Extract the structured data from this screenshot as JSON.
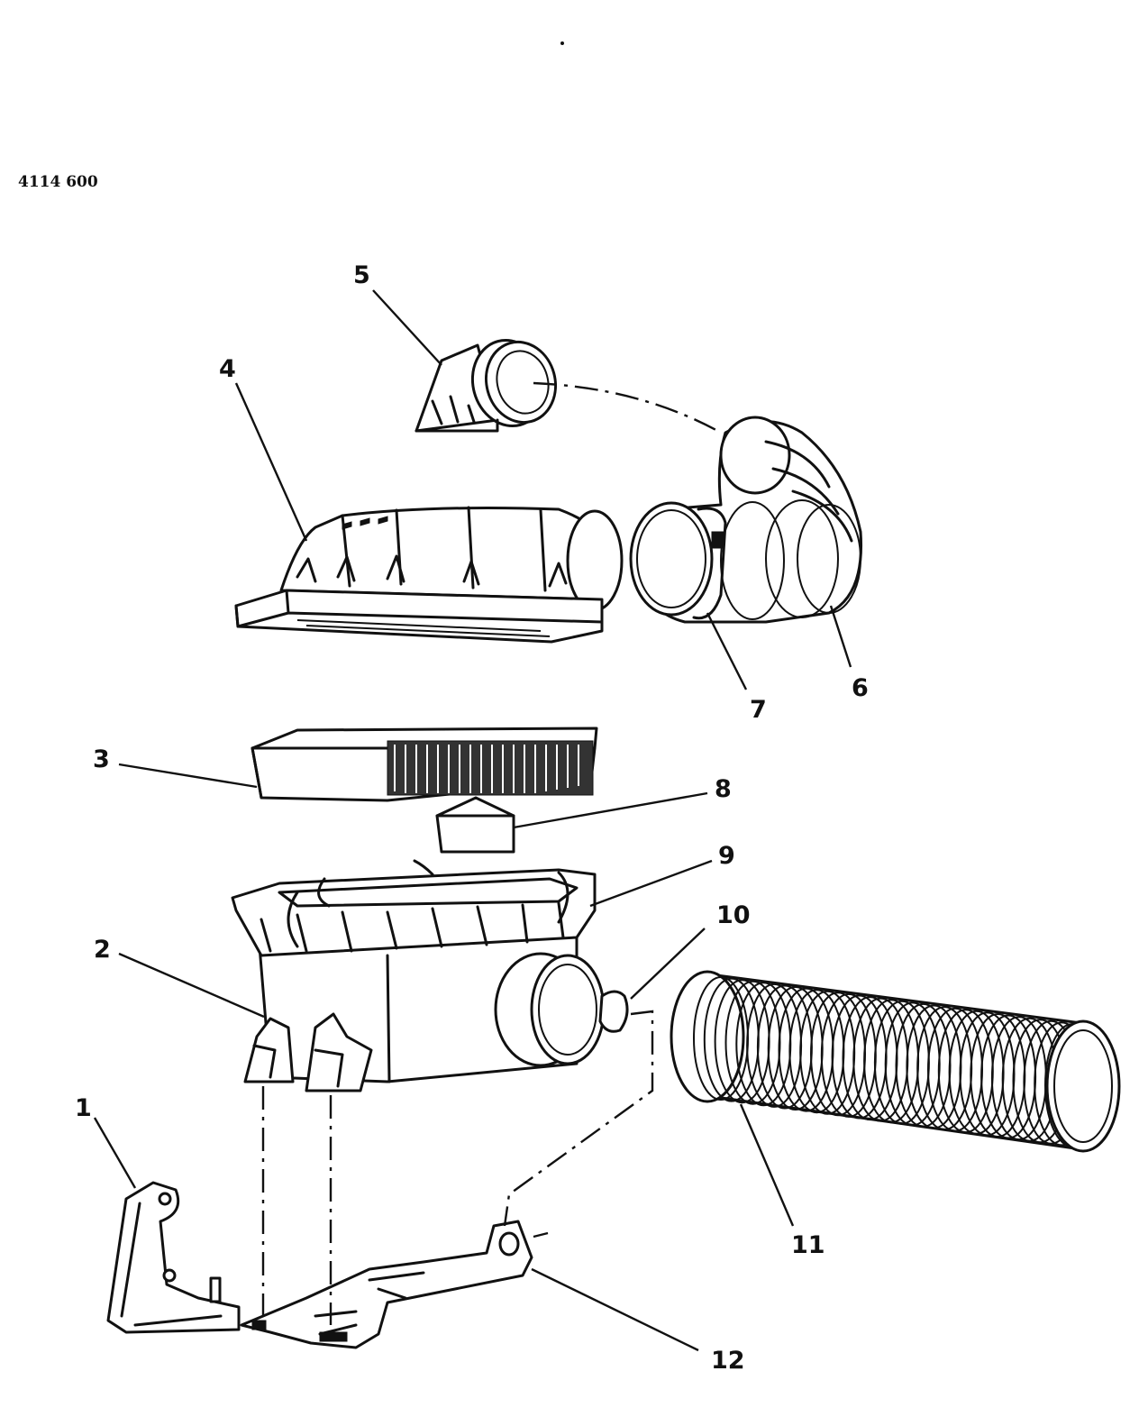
{
  "figure_id": "4114 600",
  "callouts": [
    {
      "id": "callout-1",
      "label": "1"
    },
    {
      "id": "callout-2",
      "label": "2"
    },
    {
      "id": "callout-3",
      "label": "3"
    },
    {
      "id": "callout-4",
      "label": "4"
    },
    {
      "id": "callout-5",
      "label": "5"
    },
    {
      "id": "callout-6",
      "label": "6"
    },
    {
      "id": "callout-7",
      "label": "7"
    },
    {
      "id": "callout-8",
      "label": "8"
    },
    {
      "id": "callout-9",
      "label": "9"
    },
    {
      "id": "callout-10",
      "label": "10"
    },
    {
      "id": "callout-11",
      "label": "11"
    },
    {
      "id": "callout-12",
      "label": "12"
    }
  ]
}
